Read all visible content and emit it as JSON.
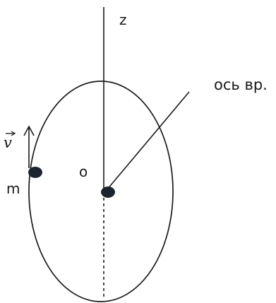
{
  "labels": {
    "z_axis": "z",
    "rotation_axis": "ось вр.",
    "center": "o",
    "mass": "m",
    "velocity": "v"
  },
  "colors": {
    "stroke": "#1a1a1a",
    "point_fill": "#1c2430"
  }
}
